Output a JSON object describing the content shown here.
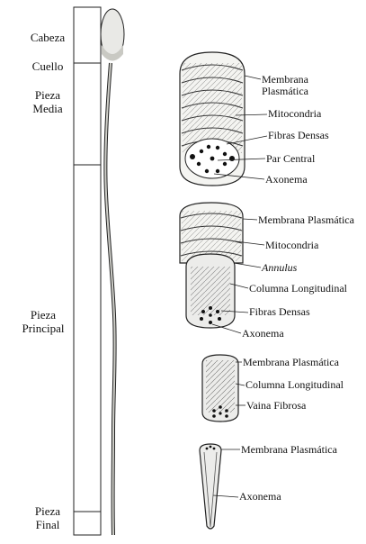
{
  "segments": {
    "cabeza": "Cabeza",
    "cuello": "Cuello",
    "pieza_media": [
      "Pieza",
      "Media"
    ],
    "pieza_principal": [
      "Pieza",
      "Principal"
    ],
    "pieza_final": [
      "Pieza",
      "Final"
    ]
  },
  "panel_media": {
    "membrana": [
      "Membrana",
      "Plasmática"
    ],
    "mitocondria": "Mitocondria",
    "fibras_densas": "Fibras Densas",
    "par_central": "Par Central",
    "axonema": "Axonema"
  },
  "panel_principal_proximal": {
    "membrana": "Membrana Plasmática",
    "mitocondria": "Mitocondria",
    "annulus": "Annulus",
    "columna": "Columna Longitudinal",
    "fibras_densas": "Fibras Densas",
    "axonema": "Axonema"
  },
  "panel_principal": {
    "membrana": "Membrana Plasmática",
    "columna": "Columna Longitudinal",
    "vaina": "Vaina Fibrosa"
  },
  "panel_final": {
    "membrana": "Membrana Plasmática",
    "axonema": "Axonema"
  }
}
